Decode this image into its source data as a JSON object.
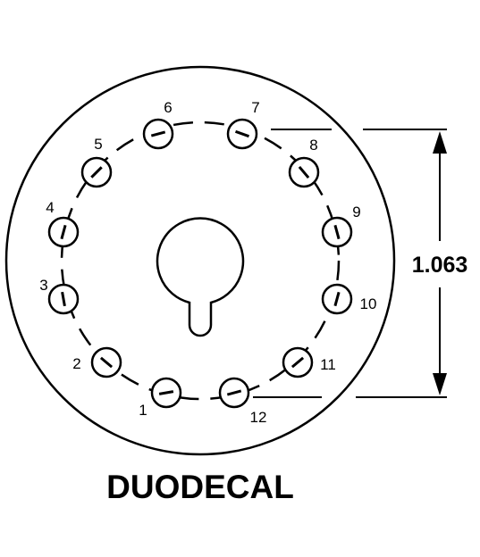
{
  "diagram": {
    "title": "DUODECAL",
    "dimension_value": "1.063",
    "stroke_color": "#000000",
    "background_color": "#ffffff",
    "pins": [
      {
        "label": "1",
        "slot_angle_deg": -10
      },
      {
        "label": "2",
        "slot_angle_deg": 40
      },
      {
        "label": "3",
        "slot_angle_deg": 80
      },
      {
        "label": "4",
        "slot_angle_deg": 105
      },
      {
        "label": "5",
        "slot_angle_deg": 135
      },
      {
        "label": "6",
        "slot_angle_deg": -15
      },
      {
        "label": "7",
        "slot_angle_deg": 20
      },
      {
        "label": "8",
        "slot_angle_deg": 50
      },
      {
        "label": "9",
        "slot_angle_deg": 75
      },
      {
        "label": "10",
        "slot_angle_deg": 105
      },
      {
        "label": "11",
        "slot_angle_deg": 140
      },
      {
        "label": "12",
        "slot_angle_deg": -15
      }
    ]
  }
}
